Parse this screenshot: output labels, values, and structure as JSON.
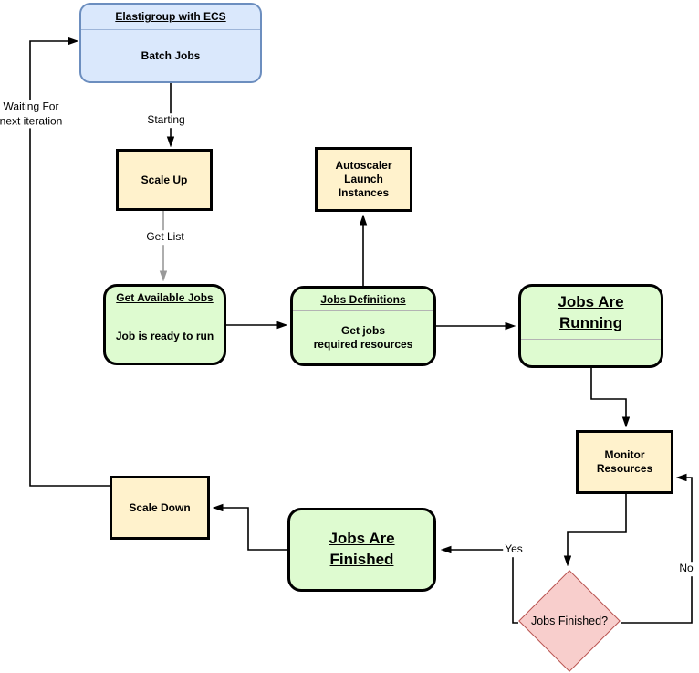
{
  "colors": {
    "blue_fill": "#dae8fc",
    "blue_border": "#6c8ebf",
    "blue_divider": "#9db5d9",
    "yellow_fill": "#fff2cc",
    "green_fill": "#defbd0",
    "node_border": "#000000",
    "gray_divider": "#b3b3b3",
    "pink_fill": "#f8cecc",
    "pink_border": "#b85450",
    "edge_black": "#000000",
    "edge_gray": "#999999"
  },
  "nodes": {
    "elastigroup": {
      "title": "Elastigroup with ECS",
      "body": "Batch Jobs"
    },
    "scale_up": {
      "label": "Scale Up"
    },
    "autoscaler": {
      "label": "Autoscaler\nLaunch\nInstances"
    },
    "get_available_jobs": {
      "title": "Get Available Jobs",
      "body": "Job is ready to run"
    },
    "jobs_definitions": {
      "title": "Jobs Definitions",
      "body": "Get jobs\nrequired resources"
    },
    "jobs_are_running": {
      "title": "Jobs Are\nRunning"
    },
    "monitor_resources": {
      "label": "Monitor\nResources"
    },
    "decision": {
      "label": "Jobs Finished?"
    },
    "jobs_are_finished": {
      "title": "Jobs Are\nFinished"
    },
    "scale_down": {
      "label": "Scale Down"
    }
  },
  "edge_labels": {
    "starting": "Starting",
    "get_list": "Get List",
    "yes": "Yes",
    "no": "No",
    "waiting": "Waiting For\nnext iteration"
  }
}
